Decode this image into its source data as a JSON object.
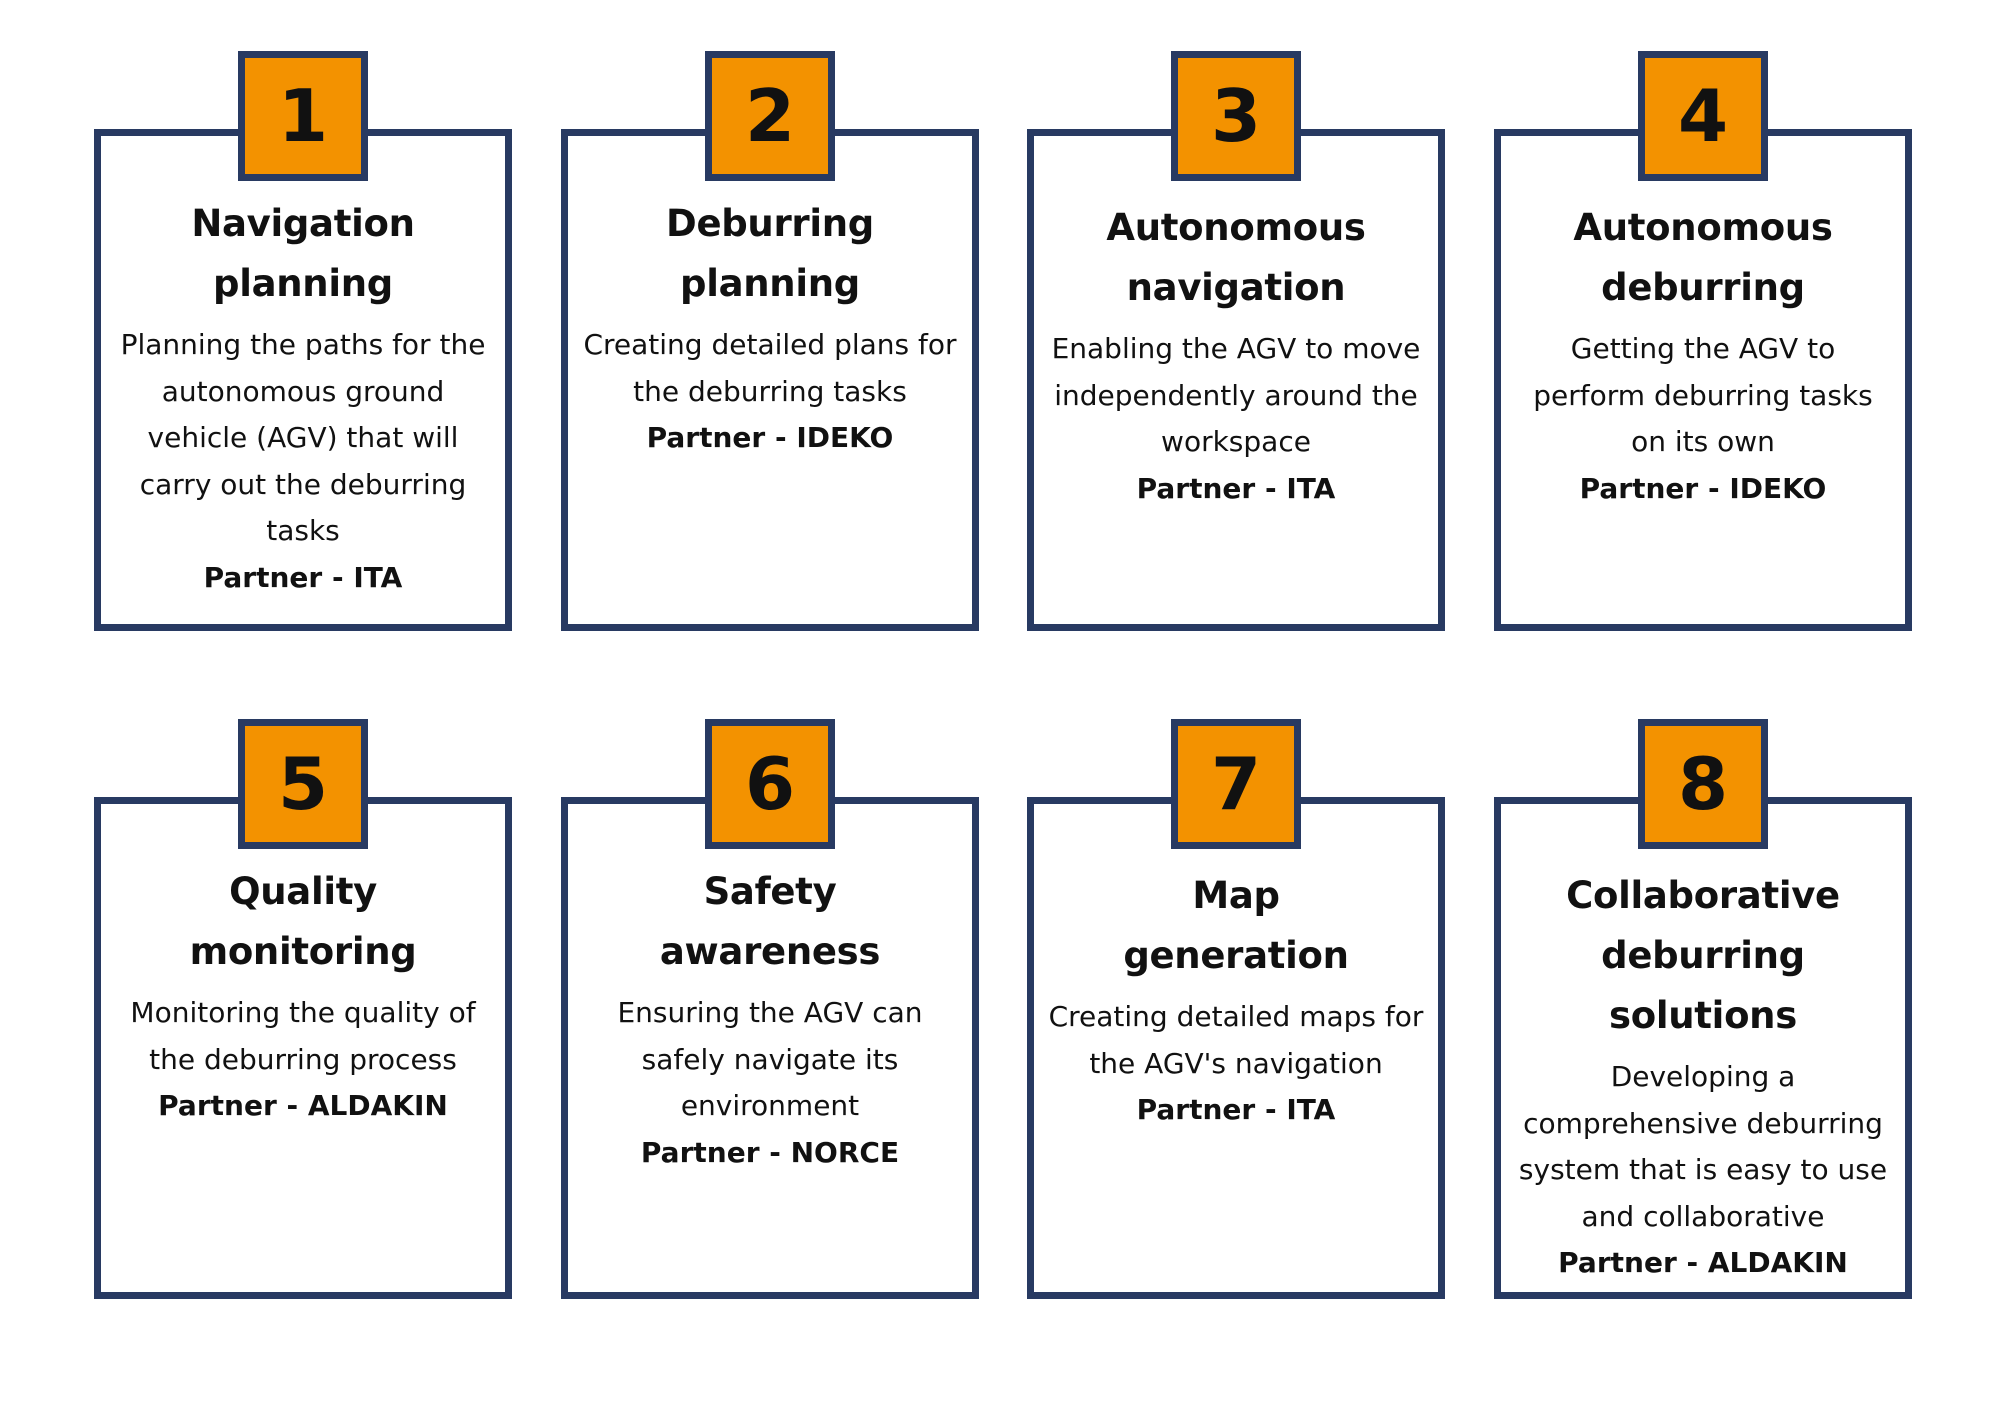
{
  "colors": {
    "border": "#283a62",
    "badge_fill": "#f39200"
  },
  "cards": [
    {
      "number": "1",
      "title_lines": [
        "Navigation",
        "planning"
      ],
      "description": "Planning the paths for the autonomous ground vehicle (AGV) that will carry out the deburring tasks",
      "partner": "Partner - ITA"
    },
    {
      "number": "2",
      "title_lines": [
        "Deburring",
        "planning"
      ],
      "description": "Creating detailed plans for the deburring tasks",
      "partner": "Partner - IDEKO"
    },
    {
      "number": "3",
      "title_lines": [
        "Autonomous",
        "navigation"
      ],
      "description": "Enabling the AGV to move independently around the workspace",
      "partner": "Partner - ITA"
    },
    {
      "number": "4",
      "title_lines": [
        "Autonomous",
        "deburring"
      ],
      "description": "Getting the AGV to perform deburring tasks on its own",
      "partner": "Partner - IDEKO"
    },
    {
      "number": "5",
      "title_lines": [
        "Quality",
        "monitoring"
      ],
      "description": "Monitoring the quality of the deburring process",
      "partner": "Partner - ALDAKIN"
    },
    {
      "number": "6",
      "title_lines": [
        "Safety",
        "awareness"
      ],
      "description": "Ensuring the AGV can safely navigate its environment",
      "partner": "Partner - NORCE"
    },
    {
      "number": "7",
      "title_lines": [
        "Map",
        "generation"
      ],
      "description": "Creating detailed maps for the AGV's navigation",
      "partner": "Partner - ITA"
    },
    {
      "number": "8",
      "title_lines": [
        "Collaborative",
        "deburring solutions"
      ],
      "description": "Developing a comprehensive deburring system that is easy to use and collaborative",
      "partner": "Partner - ALDAKIN"
    }
  ]
}
